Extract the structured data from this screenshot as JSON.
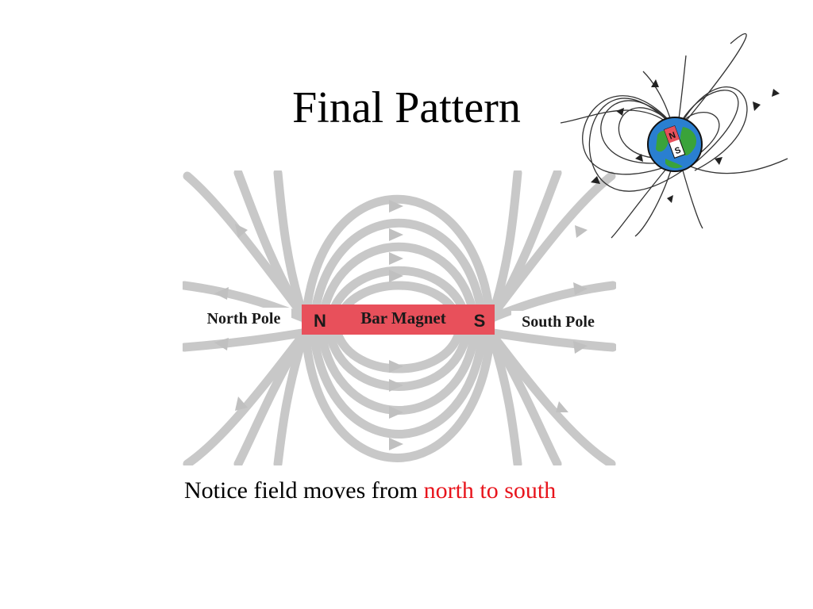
{
  "slide": {
    "title": "Final Pattern",
    "caption_prefix": "Notice field moves from ",
    "caption_highlight": "north to south"
  },
  "bar_magnet_diagram": {
    "magnet_label": "Bar Magnet",
    "north_letter": "N",
    "south_letter": "S",
    "left_label": "North Pole",
    "right_label": "South Pole"
  },
  "earth_diagram": {
    "north_letter": "N",
    "south_letter": "S"
  },
  "colors": {
    "magnet": "#e8505b",
    "field_lines": "#c8c8c8",
    "caption_highlight": "#e8141c",
    "earth_ocean": "#2a7fd0",
    "earth_land": "#3aa33a"
  }
}
